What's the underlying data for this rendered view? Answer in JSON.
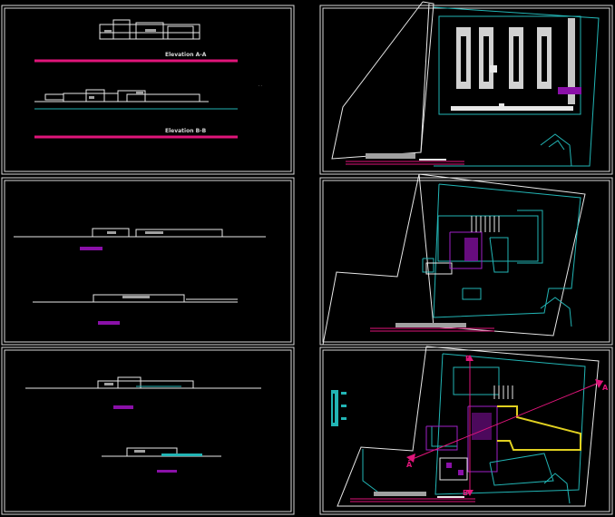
{
  "drawing": {
    "sheets": [
      {
        "id": "sheet-1",
        "content": "elevations"
      },
      {
        "id": "sheet-2",
        "content": "site-plan-roof"
      },
      {
        "id": "sheet-3",
        "content": "elevations-long"
      },
      {
        "id": "sheet-4",
        "content": "site-plan-floor"
      },
      {
        "id": "sheet-5",
        "content": "sections"
      },
      {
        "id": "sheet-6",
        "content": "site-plan-cut-lines"
      }
    ],
    "colors": {
      "background": "#000000",
      "frame": "#d8d8d8",
      "cyan": "#22b5b5",
      "magenta": "#e0157a",
      "purple": "#8a10a8",
      "yellow": "#e0d020"
    },
    "labels": {
      "elevation_a": "Elevation A-A",
      "elevation_b": "Elevation B-B",
      "cut_a": "A",
      "cut_b": "B"
    }
  }
}
